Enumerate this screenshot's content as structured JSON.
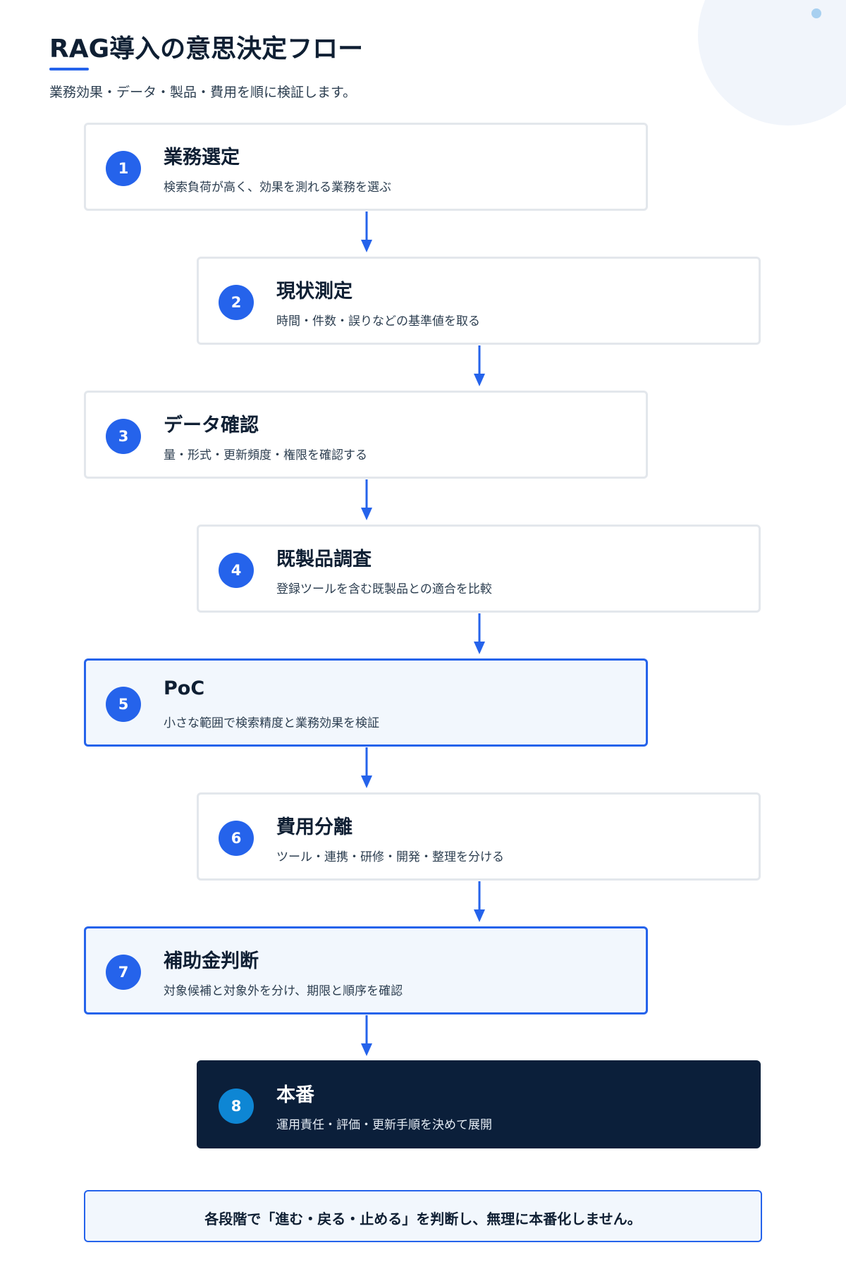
{
  "header": {
    "title": "RAG導入の意思決定フロー",
    "subtitle": "業務効果・データ・製品・費用を順に検証します。"
  },
  "steps": [
    {
      "number": "1",
      "title": "業務選定",
      "description": "検索負荷が高く、効果を測れる業務を選ぶ"
    },
    {
      "number": "2",
      "title": "現状測定",
      "description": "時間・件数・誤りなどの基準値を取る"
    },
    {
      "number": "3",
      "title": "データ確認",
      "description": "量・形式・更新頻度・権限を確認する"
    },
    {
      "number": "4",
      "title": "既製品調査",
      "description": "登録ツールを含む既製品との適合を比較"
    },
    {
      "number": "5",
      "title": "PoC",
      "description": "小さな範囲で検索精度と業務効果を検証"
    },
    {
      "number": "6",
      "title": "費用分離",
      "description": "ツール・連携・研修・開発・整理を分ける"
    },
    {
      "number": "7",
      "title": "補助金判断",
      "description": "対象候補と対象外を分け、期限と順序を確認"
    },
    {
      "number": "8",
      "title": "本番",
      "description": "運用責任・評価・更新手順を決めて展開"
    }
  ],
  "footer": {
    "note": "各段階で「進む・戻る・止める」を判断し、無理に本番化しません。"
  },
  "colors": {
    "accent": "#2563eb",
    "dark": "#0b1f3a",
    "final_badge": "#0e86d4",
    "highlight_bg": "#f2f7fd"
  }
}
